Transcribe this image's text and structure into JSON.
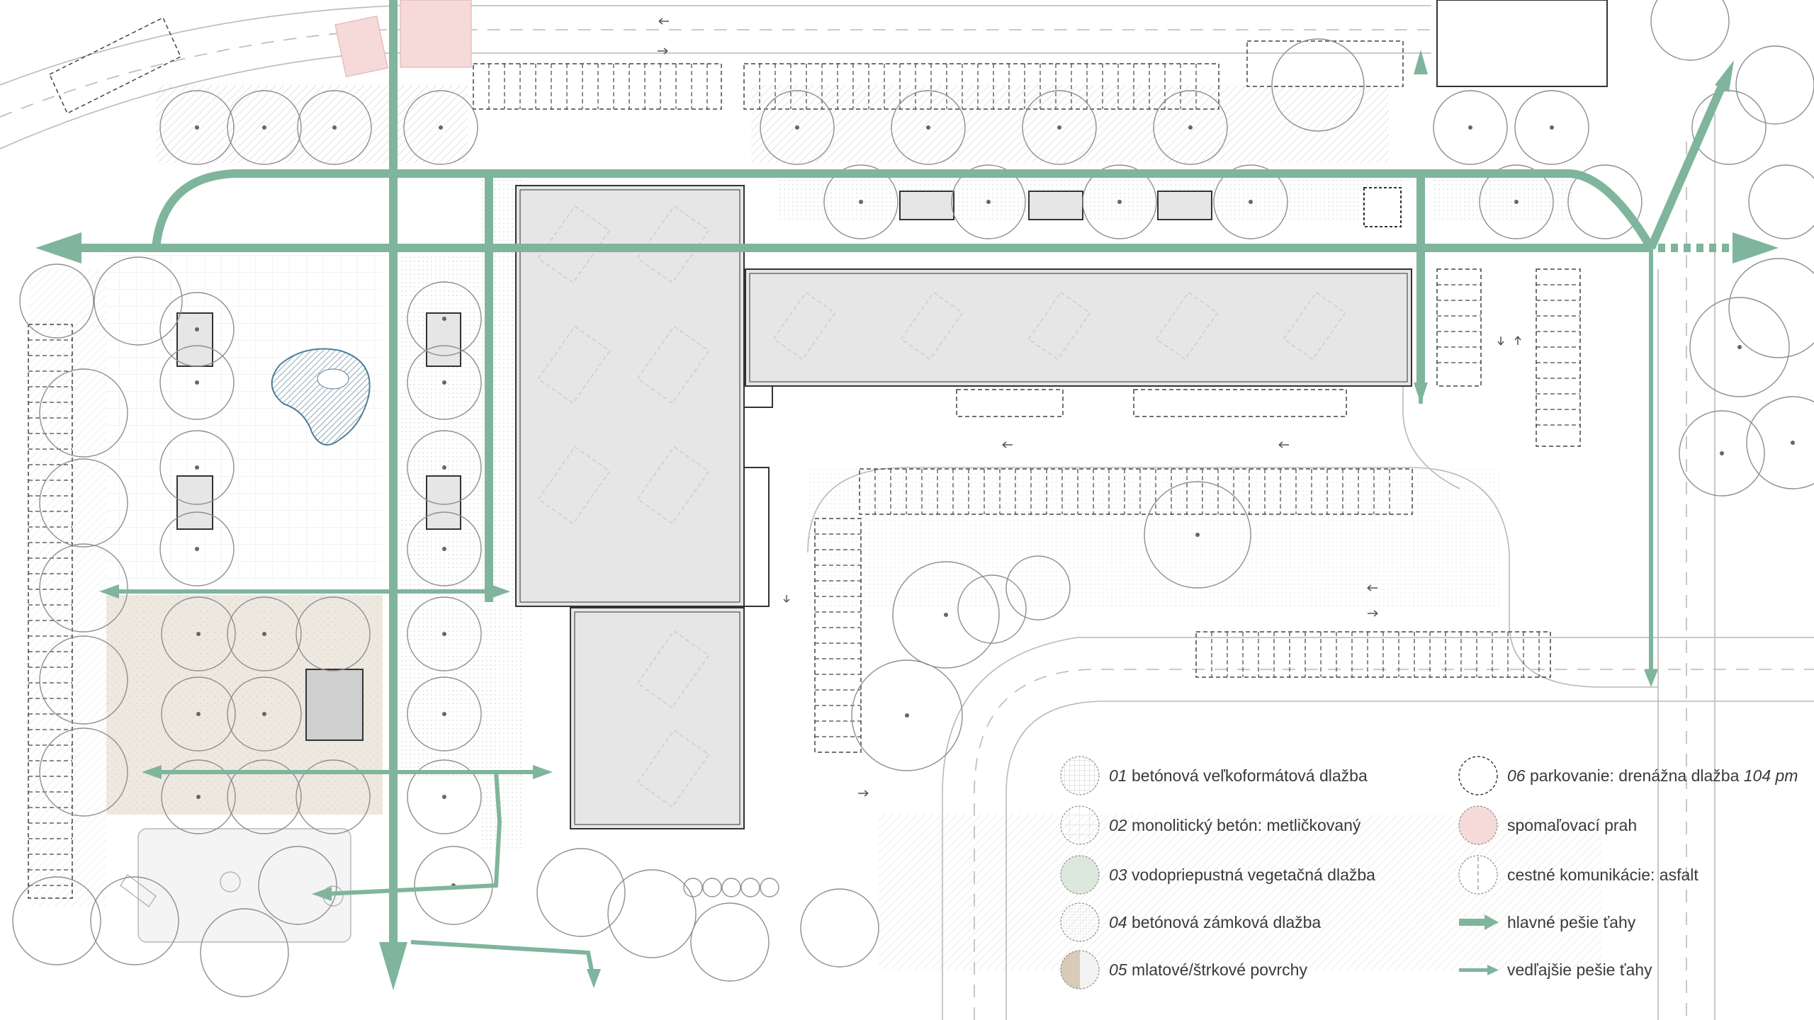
{
  "colors": {
    "path_green": "#7fb59c",
    "building_fill": "#e6e6e6",
    "pond": "#4f7f98",
    "gravel": "#d8cbb8",
    "speed_bump": "#f2c7c7",
    "vegetation_paving": "#dde8dc",
    "line": "#9a9a9a"
  },
  "legend": {
    "items": [
      {
        "code": "01",
        "label": "betónová veľkoformátová dlažba",
        "symbol": "paving-large-icon"
      },
      {
        "code": "02",
        "label": "monolitický betón: metličkovaný",
        "symbol": "concrete-icon"
      },
      {
        "code": "03",
        "label": "vodopriepustná vegetačná dlažba",
        "symbol": "vegetation-paving-icon"
      },
      {
        "code": "04",
        "label": "betónová zámková dlažba",
        "symbol": "interlocking-paving-icon"
      },
      {
        "code": "05",
        "label": "mlatové/štrkové povrchy",
        "symbol": "gravel-icon"
      },
      {
        "code": "06",
        "label": "parkovanie: drenážna dlažba",
        "suffix": "104 pm",
        "symbol": "parking-paving-icon"
      },
      {
        "code": "",
        "label": "spomaľovací prah",
        "symbol": "speed-bump-icon"
      },
      {
        "code": "",
        "label": "cestné komunikácie: asfalt",
        "symbol": "asphalt-road-icon"
      },
      {
        "code": "",
        "label": "hlavné pešie ťahy",
        "symbol": "main-path-arrow-icon"
      },
      {
        "code": "",
        "label": "vedľajšie pešie ťahy",
        "symbol": "secondary-path-arrow-icon"
      }
    ]
  }
}
